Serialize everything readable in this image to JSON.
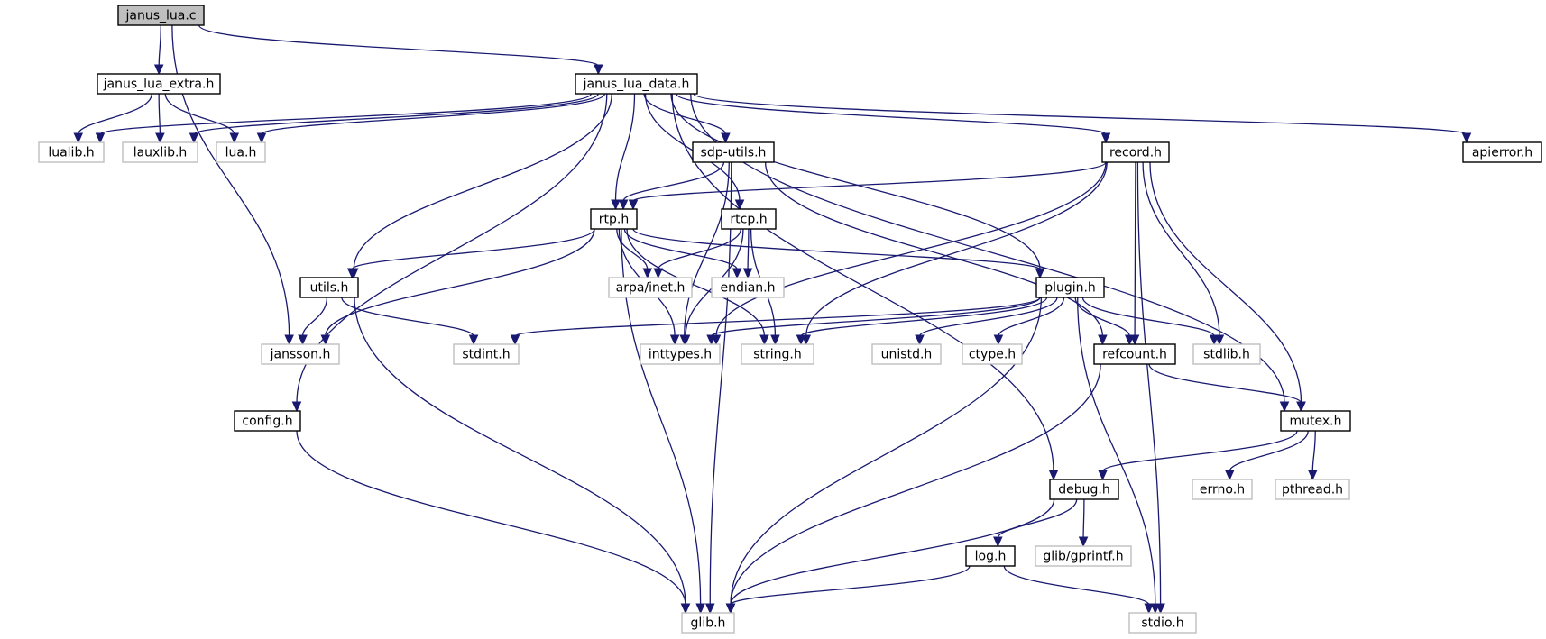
{
  "colors": {
    "edge": "#191970",
    "node_border_defined": "#000000",
    "node_border_external": "#bfbfbf",
    "node_fill": "#ffffff",
    "node_fill_root": "#bfbfbf"
  },
  "nodes": [
    {
      "id": "janus_lua_c",
      "label": "janus_lua.c",
      "kind": "root"
    },
    {
      "id": "janus_lua_extra_h",
      "label": "janus_lua_extra.h",
      "kind": "defined"
    },
    {
      "id": "janus_lua_data_h",
      "label": "janus_lua_data.h",
      "kind": "defined"
    },
    {
      "id": "lualib_h",
      "label": "lualib.h",
      "kind": "external"
    },
    {
      "id": "lauxlib_h",
      "label": "lauxlib.h",
      "kind": "external"
    },
    {
      "id": "lua_h",
      "label": "lua.h",
      "kind": "external"
    },
    {
      "id": "sdp_utils_h",
      "label": "sdp-utils.h",
      "kind": "defined"
    },
    {
      "id": "record_h",
      "label": "record.h",
      "kind": "defined"
    },
    {
      "id": "apierror_h",
      "label": "apierror.h",
      "kind": "defined"
    },
    {
      "id": "rtp_h",
      "label": "rtp.h",
      "kind": "defined"
    },
    {
      "id": "rtcp_h",
      "label": "rtcp.h",
      "kind": "defined"
    },
    {
      "id": "utils_h",
      "label": "utils.h",
      "kind": "defined"
    },
    {
      "id": "arpa_inet_h",
      "label": "arpa/inet.h",
      "kind": "external"
    },
    {
      "id": "endian_h",
      "label": "endian.h",
      "kind": "external"
    },
    {
      "id": "plugin_h",
      "label": "plugin.h",
      "kind": "defined"
    },
    {
      "id": "jansson_h",
      "label": "jansson.h",
      "kind": "external"
    },
    {
      "id": "stdint_h",
      "label": "stdint.h",
      "kind": "external"
    },
    {
      "id": "inttypes_h",
      "label": "inttypes.h",
      "kind": "external"
    },
    {
      "id": "string_h",
      "label": "string.h",
      "kind": "external"
    },
    {
      "id": "unistd_h",
      "label": "unistd.h",
      "kind": "external"
    },
    {
      "id": "ctype_h",
      "label": "ctype.h",
      "kind": "external"
    },
    {
      "id": "refcount_h",
      "label": "refcount.h",
      "kind": "defined"
    },
    {
      "id": "stdlib_h",
      "label": "stdlib.h",
      "kind": "external"
    },
    {
      "id": "config_h",
      "label": "config.h",
      "kind": "defined"
    },
    {
      "id": "mutex_h",
      "label": "mutex.h",
      "kind": "defined"
    },
    {
      "id": "debug_h",
      "label": "debug.h",
      "kind": "defined"
    },
    {
      "id": "errno_h",
      "label": "errno.h",
      "kind": "external"
    },
    {
      "id": "pthread_h",
      "label": "pthread.h",
      "kind": "external"
    },
    {
      "id": "log_h",
      "label": "log.h",
      "kind": "defined"
    },
    {
      "id": "glib_gprintf_h",
      "label": "glib/gprintf.h",
      "kind": "external"
    },
    {
      "id": "glib_h",
      "label": "glib.h",
      "kind": "external"
    },
    {
      "id": "stdio_h",
      "label": "stdio.h",
      "kind": "external"
    }
  ],
  "edges": [
    {
      "from": "janus_lua_c",
      "to": "janus_lua_extra_h"
    },
    {
      "from": "janus_lua_c",
      "to": "janus_lua_data_h"
    },
    {
      "from": "janus_lua_c",
      "to": "jansson_h"
    },
    {
      "from": "janus_lua_extra_h",
      "to": "lualib_h"
    },
    {
      "from": "janus_lua_extra_h",
      "to": "lauxlib_h"
    },
    {
      "from": "janus_lua_extra_h",
      "to": "lua_h"
    },
    {
      "from": "janus_lua_data_h",
      "to": "lualib_h"
    },
    {
      "from": "janus_lua_data_h",
      "to": "lauxlib_h"
    },
    {
      "from": "janus_lua_data_h",
      "to": "lua_h"
    },
    {
      "from": "janus_lua_data_h",
      "to": "sdp_utils_h"
    },
    {
      "from": "janus_lua_data_h",
      "to": "rtp_h"
    },
    {
      "from": "janus_lua_data_h",
      "to": "rtcp_h"
    },
    {
      "from": "janus_lua_data_h",
      "to": "utils_h"
    },
    {
      "from": "janus_lua_data_h",
      "to": "config_h"
    },
    {
      "from": "janus_lua_data_h",
      "to": "plugin_h"
    },
    {
      "from": "janus_lua_data_h",
      "to": "record_h"
    },
    {
      "from": "janus_lua_data_h",
      "to": "apierror_h"
    },
    {
      "from": "janus_lua_data_h",
      "to": "mutex_h"
    },
    {
      "from": "janus_lua_data_h",
      "to": "debug_h"
    },
    {
      "from": "sdp_utils_h",
      "to": "rtp_h"
    },
    {
      "from": "sdp_utils_h",
      "to": "glib_h"
    },
    {
      "from": "sdp_utils_h",
      "to": "inttypes_h"
    },
    {
      "from": "sdp_utils_h",
      "to": "refcount_h"
    },
    {
      "from": "record_h",
      "to": "rtp_h"
    },
    {
      "from": "record_h",
      "to": "inttypes_h"
    },
    {
      "from": "record_h",
      "to": "string_h"
    },
    {
      "from": "record_h",
      "to": "refcount_h"
    },
    {
      "from": "record_h",
      "to": "stdlib_h"
    },
    {
      "from": "record_h",
      "to": "mutex_h"
    },
    {
      "from": "record_h",
      "to": "stdio_h"
    },
    {
      "from": "rtp_h",
      "to": "utils_h"
    },
    {
      "from": "rtp_h",
      "to": "jansson_h"
    },
    {
      "from": "rtp_h",
      "to": "glib_h"
    },
    {
      "from": "rtp_h",
      "to": "inttypes_h"
    },
    {
      "from": "rtp_h",
      "to": "string_h"
    },
    {
      "from": "rtp_h",
      "to": "arpa_inet_h"
    },
    {
      "from": "rtp_h",
      "to": "endian_h"
    },
    {
      "from": "rtp_h",
      "to": "plugin_h"
    },
    {
      "from": "rtcp_h",
      "to": "arpa_inet_h"
    },
    {
      "from": "rtcp_h",
      "to": "endian_h"
    },
    {
      "from": "rtcp_h",
      "to": "inttypes_h"
    },
    {
      "from": "rtcp_h",
      "to": "string_h"
    },
    {
      "from": "utils_h",
      "to": "jansson_h"
    },
    {
      "from": "utils_h",
      "to": "stdint_h"
    },
    {
      "from": "utils_h",
      "to": "glib_h"
    },
    {
      "from": "plugin_h",
      "to": "stdint_h"
    },
    {
      "from": "plugin_h",
      "to": "inttypes_h"
    },
    {
      "from": "plugin_h",
      "to": "string_h"
    },
    {
      "from": "plugin_h",
      "to": "unistd_h"
    },
    {
      "from": "plugin_h",
      "to": "ctype_h"
    },
    {
      "from": "plugin_h",
      "to": "refcount_h"
    },
    {
      "from": "plugin_h",
      "to": "stdlib_h"
    },
    {
      "from": "plugin_h",
      "to": "glib_h"
    },
    {
      "from": "plugin_h",
      "to": "stdio_h"
    },
    {
      "from": "config_h",
      "to": "glib_h"
    },
    {
      "from": "refcount_h",
      "to": "glib_h"
    },
    {
      "from": "refcount_h",
      "to": "mutex_h"
    },
    {
      "from": "mutex_h",
      "to": "debug_h"
    },
    {
      "from": "mutex_h",
      "to": "errno_h"
    },
    {
      "from": "mutex_h",
      "to": "pthread_h"
    },
    {
      "from": "debug_h",
      "to": "log_h"
    },
    {
      "from": "debug_h",
      "to": "glib_gprintf_h"
    },
    {
      "from": "debug_h",
      "to": "glib_h"
    },
    {
      "from": "log_h",
      "to": "glib_h"
    },
    {
      "from": "log_h",
      "to": "stdio_h"
    }
  ]
}
